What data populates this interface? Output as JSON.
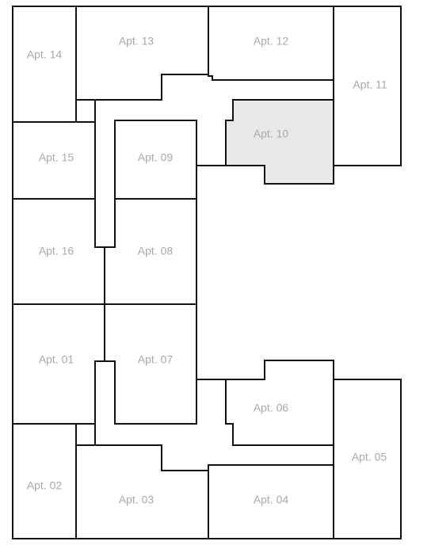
{
  "selected_unit": "apt10",
  "units": [
    {
      "id": "apt14",
      "label": "Apt. 14"
    },
    {
      "id": "apt13",
      "label": "Apt. 13"
    },
    {
      "id": "apt12",
      "label": "Apt. 12"
    },
    {
      "id": "apt11",
      "label": "Apt. 11"
    },
    {
      "id": "apt10",
      "label": "Apt. 10"
    },
    {
      "id": "apt09",
      "label": "Apt. 09"
    },
    {
      "id": "apt15",
      "label": "Apt. 15"
    },
    {
      "id": "apt16",
      "label": "Apt. 16"
    },
    {
      "id": "apt08",
      "label": "Apt. 08"
    },
    {
      "id": "apt01",
      "label": "Apt. 01"
    },
    {
      "id": "apt07",
      "label": "Apt. 07"
    },
    {
      "id": "apt06",
      "label": "Apt. 06"
    },
    {
      "id": "apt05",
      "label": "Apt. 05"
    },
    {
      "id": "apt02",
      "label": "Apt. 02"
    },
    {
      "id": "apt03",
      "label": "Apt. 03"
    },
    {
      "id": "apt04",
      "label": "Apt. 04"
    }
  ],
  "colors": {
    "wall": "#111111",
    "unit_fill": "#ffffff",
    "selected_fill": "#e8e8e8",
    "label": "#a9a9a9"
  }
}
